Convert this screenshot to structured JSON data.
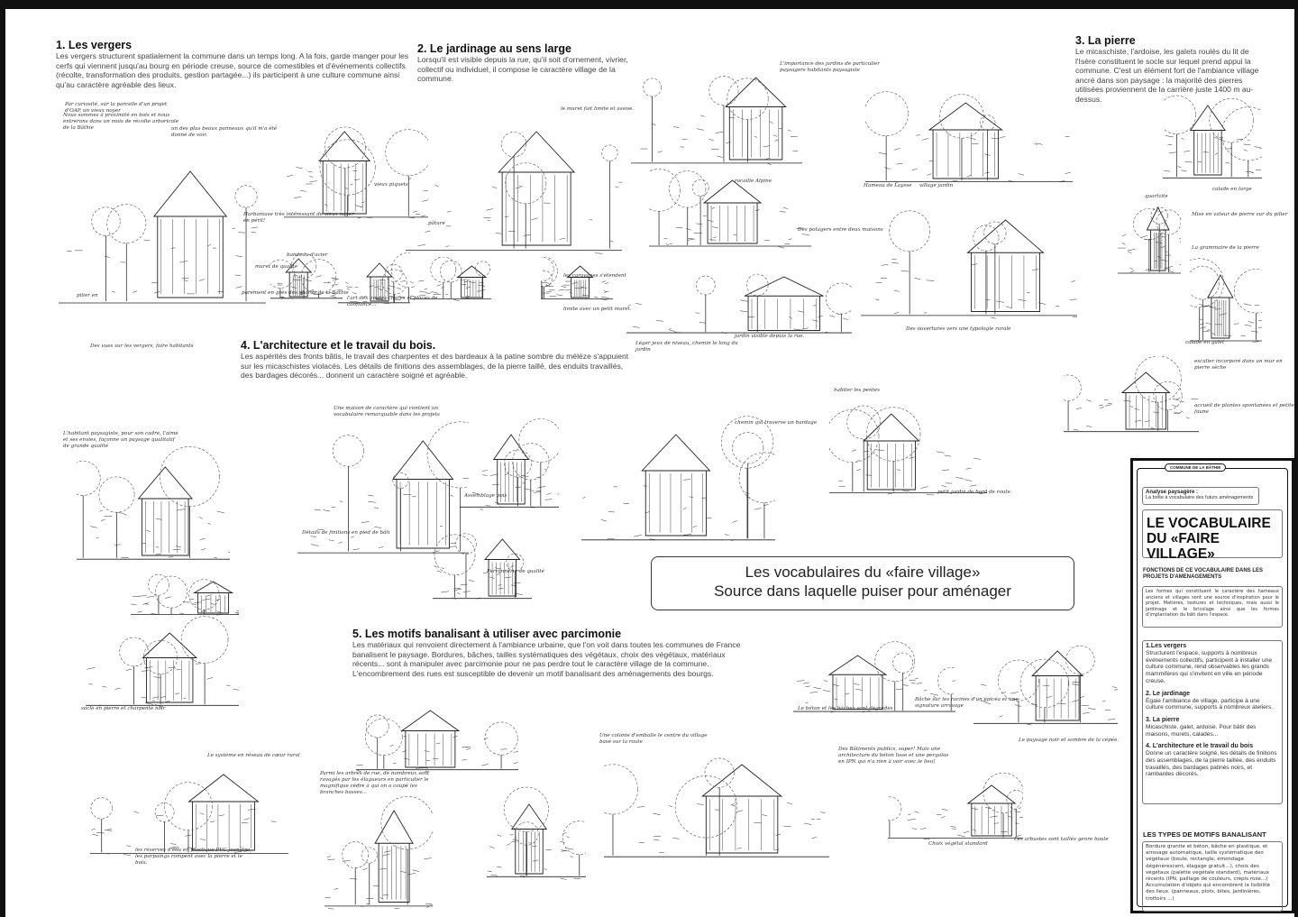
{
  "sections": [
    {
      "title": "1. Les vergers",
      "text": "Les vergers structurent spatialement la commune dans un temps long. A la fois, garde manger pour les cerfs qui viennent jusqu'au bourg en période creuse, source de comestibles et d'événements collectifs (récolte, transformation des produits, gestion partagée...) ils participent à une culture commune ainsi qu'au caractère agréable des lieux."
    },
    {
      "title": "2. Le jardinage au sens large",
      "text": "Lorsqu'il est visible depuis la rue, qu'il soit d'ornement, vivrier, collectif ou individuel, il compose le caractère village de la commune."
    },
    {
      "title": "3. La pierre",
      "text": "Le micaschiste, l'ardoise, les galets roulés du lit de l'Isère constituent le socle sur lequel prend appui la commune. C'est un élément fort de l'ambiance village ancré dans son paysage : la majorité des pierres utilisées proviennent de la carrière juste 1400 m au-dessus."
    },
    {
      "title": "4. L'architecture et le travail du bois.",
      "text": "Les aspérités des fronts bâtis, le travail des charpentes et des bardeaux à la patine sombre du mélèze s'appuient sur les micaschistes violacés. Les détails de finitions des assemblages, de la pierre taillé, des enduits travaillés, des bardages décorés... donnent un caractère soigné et agréable."
    },
    {
      "title": "5. Les motifs banalisant à utiliser avec parcimonie",
      "text": "Les matériaux qui renvoient directement à l'ambiance urbaine, que l'on voit dans toutes les communes de France banalisent le paysage. Bordures, bâches, tailles systématiques des végétaux, choix des végétaux, matériaux récents... sont à manipuler avec parcimonie pour ne pas perdre tout le caractère village de la commune. L'encombrement des rues est susceptible de devenir un motif banalisant des aménagements des bourgs."
    }
  ],
  "center_box": {
    "line1": "Les vocabulaires du «faire village»",
    "line2": "Source dans laquelle puiser pour aménager"
  },
  "captions": [
    "Par curiosité, sur la parcelle d'un projet d'OAP, un vieux noyer",
    "Nous sommes à proximité en bois et nous entrerons dans un mois de récolte arboricole de la Bâthie",
    "un des plus beaux panneaux qu'il m'a été donné de voir.",
    "pilier en",
    "Des vues sur les vergers, faire habitants",
    "vieux piquets",
    "Harbamuse très intéressant de vieux noyer en péril!",
    "bandeau d'acier",
    "muret de qualité",
    "parement en grès des abords de la Bâthie",
    "l'art des limites claires et places de confiance...",
    "le muret fait limite et assise.",
    "pâture",
    "limite avec un petit muret.",
    "les caravanes s'étendent",
    "L'importance des jardins de particulier paysagers habitants paysagiste",
    "rocaille Alpine",
    "Des potagers entre deux maisons",
    "Léger jeux de niveau, chemin le long du jardin",
    "jardin visible depuis la rue.",
    "Hameau de Laysse",
    "village jardin",
    "Des ouvertures vers une typologie rurale",
    "quartzite",
    "calade en large",
    "Mise en valeur de pierre sur du pilier",
    "La grammaire de la pierre",
    "calade en galet",
    "escalier incorporé dans un mur en pierre sèche",
    "accueil de plantes spontanées et petite faune",
    "habiter les pentes",
    "petit jardin de bord de route.",
    "L'habitant paysagiste, pour son cadre, l'aime et ses envies, façonne un paysage qualitatif de grande qualité",
    "Une maison de caractère qui contient un vocabulaire remarquable dans les projets",
    "Assemblage bois",
    "chemin qui traverse un bardage",
    "Détails de finitions en pied de bâti",
    "Ferronnerie de qualité",
    "socle en pierre et charpente noir",
    "Le système en réseau de cœur rural",
    "Parmi les arbres de rue, de nombreux sont ravagés par les élagueurs en particulier le magnifique cèdre à qui on a coupé les branches basses...",
    "Une colonie d'emballe le centre du village basé sur la route",
    "Le béton et les bâches sont dégradés",
    "Bâche sur les racines d'un épicéa et une signature arrosage",
    "Le paysage noir et sombre de la cépée.",
    "Des Bâtiments publics, super! Mais une architecture du béton lisse et une pergolas en IPN qui n'a rien à voir avec le lieu!",
    "Choix végétal standard",
    "Les arbustes sont taillés genre boule",
    "les réserves d'eau en plastique PVC jaunâtre, les parpaings rompent avec la pierre et le bois."
  ],
  "panel": {
    "commune": "COMMUNE DE LA BÂTHIE",
    "analyse_title": "Analyse paysagère :",
    "analyse_sub": "La boîte à vocabulaire des futurs aménagements",
    "title_line1": "LE VOCABULAIRE",
    "title_line2": "DU «FAIRE VILLAGE»",
    "fonctions_heading": "FONCTIONS DE CE VOCABULAIRE DANS LES PROJETS D'AMENAGEMENTS",
    "fonctions_text": "Les formes qui constituent le caractère des hameaux anciens et villages sont une source d'inspiration pour le projet. Matières, textures et techniques, mais aussi le jardinage et le bricolage ainsi que les formes d'implantation du bâti dans l'espace.",
    "items": [
      {
        "title": "1.Les vergers",
        "text": "Structurent l'espace, supports à nombreux événements collectifs, participent à installer une culture commune, rend observables les grands mammifères qui s'invitent en ville en période creuse."
      },
      {
        "title": "2. Le jardinage",
        "text": "Égaie l'ambiance de village, participe à une culture commune, supports à nombreux ateliers."
      },
      {
        "title": "3. La pierre",
        "text": "Micaschiste, galet, ardoise. Pour bâtir des maisons, murets, calades..."
      },
      {
        "title": "4. L'architecture et le travail du bois",
        "text": "Donne un caractère soigné, les détails de finitions des assemblages, de la pierre taillée, des enduits travaillés, des bardages patinés noirs, et rambardes décorés."
      }
    ],
    "types_heading": "LES TYPES DE MOTIFS BANALISANT",
    "types_text": "Bordure granite et béton, bâche en plastique, et arrosage automatique, taille systématique des végétaux (boule, rectangle, émondage dégénérescent, élagage gratuit...), choix des végétaux (palette végétale standard), matériaux récents (IPN, paillage de couleurs, crépis rose...) Accumulation d'objets qui encombrent la lisibilité des lieux. (panneaux, plots, bites, jardinières, trottoirs ...)"
  }
}
